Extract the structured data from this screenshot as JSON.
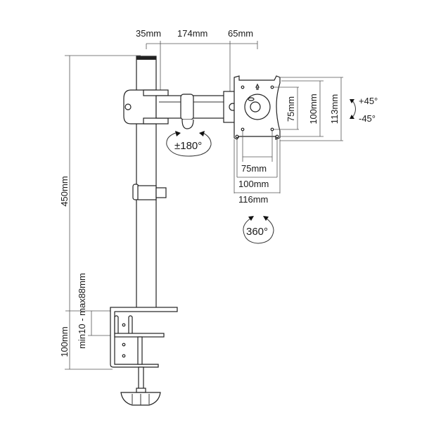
{
  "diagram": {
    "subject": "Single monitor desk mount arm with clamp",
    "dimensions": {
      "arm_offset_1": "35mm",
      "arm_length": "174mm",
      "arm_offset_2": "65mm",
      "pole_height": "450mm",
      "clamp_height": "100mm",
      "desk_thickness": "min10 - max88mm",
      "vesa_inner_w": "75mm",
      "vesa_outer_w": "100mm",
      "plate_w": "116mm",
      "vesa_inner_h": "75mm",
      "vesa_outer_h": "100mm",
      "plate_h": "113mm"
    },
    "rotations": {
      "arm_swivel": "±180°",
      "plate_rotation": "360°",
      "tilt_up": "+45°",
      "tilt_down": "-45°"
    }
  }
}
